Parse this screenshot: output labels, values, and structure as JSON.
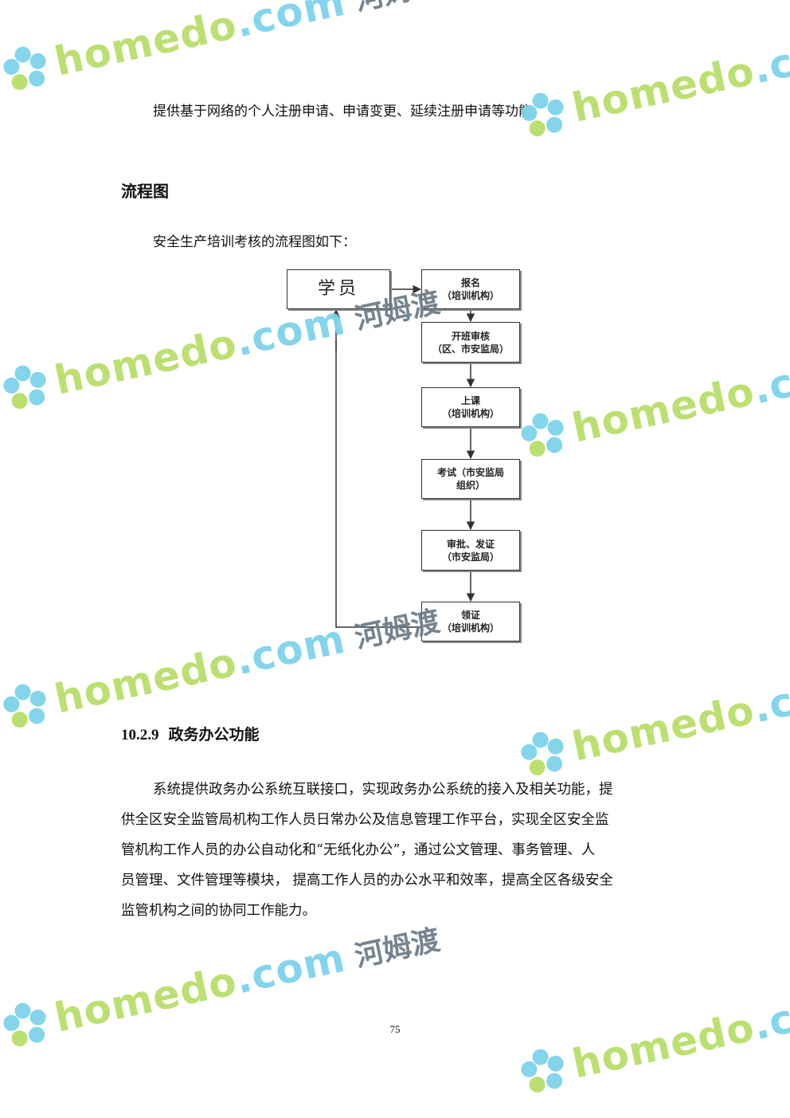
{
  "intro_paragraph": "提供基于网络的个人注册申请、申请变更、延续注册申请等功能。",
  "flow_heading": "流程图",
  "flow_intro": "安全生产培训考核的流程图如下：",
  "flowchart": {
    "student": "学员",
    "steps": [
      {
        "line1": "报名",
        "line2": "（培训机构）"
      },
      {
        "line1": "开班审核",
        "line2": "（区、市安监局）"
      },
      {
        "line1": "上课",
        "line2": "（培训机构）"
      },
      {
        "line1": "考试（市安监局",
        "line2": "组织）"
      },
      {
        "line1": "审批、发证",
        "line2": "（市安监局）"
      },
      {
        "line1": "领证",
        "line2": "（培训机构）"
      }
    ]
  },
  "section": {
    "number": "10.2.9",
    "title": "政务办公功能",
    "body": [
      "系统提供政务办公系统互联接口，实现政务办公系统的接入及相关功能，提",
      "供全区安全监管局机构工作人员日常办公及信息管理工作平台，实现全区安全监",
      "管机构工作人员的办公自动化和“无纸化办公”，通过公文管理、事务管理、人",
      "员管理、文件管理等模块， 提高工作人员的办公水平和效率，提高全区各级安全",
      "监管机构之间的协同工作能力。"
    ]
  },
  "page_number": "75",
  "watermark": {
    "brand_part1": "home",
    "brand_part2": "do",
    "brand_part3": ".com",
    "chinese": "河姆渡",
    "colors": {
      "green": "#b8df6a",
      "blue": "#7ed3ea",
      "gray": "#6e7e8a"
    }
  }
}
